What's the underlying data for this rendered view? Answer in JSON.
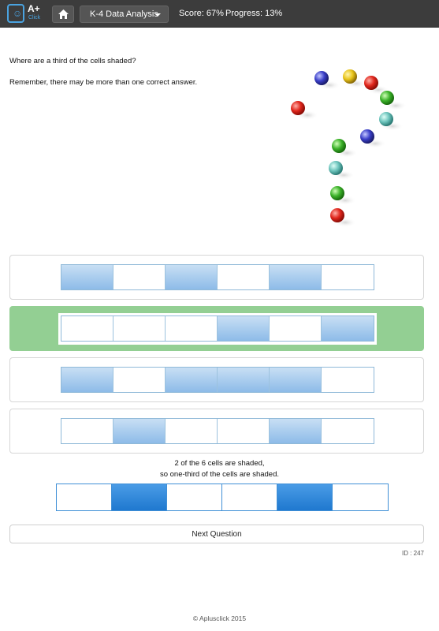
{
  "header": {
    "logo_text": "A+",
    "logo_sub": "Click",
    "topic_label": "K-4 Data Analysis",
    "score_text": "Score: 67%",
    "progress_text": "Progress: 13%"
  },
  "question": {
    "prompt": "Where are a third of the cells shaded?",
    "hint": "Remember, there may be more than one correct answer."
  },
  "options": [
    {
      "cells": [
        true,
        false,
        true,
        false,
        true,
        false
      ],
      "selected": false
    },
    {
      "cells": [
        false,
        false,
        false,
        true,
        false,
        true
      ],
      "selected": true
    },
    {
      "cells": [
        true,
        false,
        true,
        true,
        true,
        false
      ],
      "selected": false
    },
    {
      "cells": [
        false,
        true,
        false,
        false,
        true,
        false
      ],
      "selected": false
    }
  ],
  "explanation": {
    "line1": "2 of the 6 cells are shaded,",
    "line2": "so one-third of the cells are shaded.",
    "cells": [
      false,
      true,
      false,
      false,
      true,
      false
    ]
  },
  "next_button_label": "Next Question",
  "question_id": "ID : 247",
  "footer": "© Aplusclick 2015",
  "colors": {
    "topbar": "#3c3c3c",
    "selected_option": "#93cf93",
    "shaded_cell": "#8dbbe8",
    "answer_shaded_cell": "#1f78cf"
  },
  "icons": {
    "home": "home-icon",
    "dropdown": "caret-down-icon",
    "illustration": "marbles-question-mark-illustration"
  }
}
